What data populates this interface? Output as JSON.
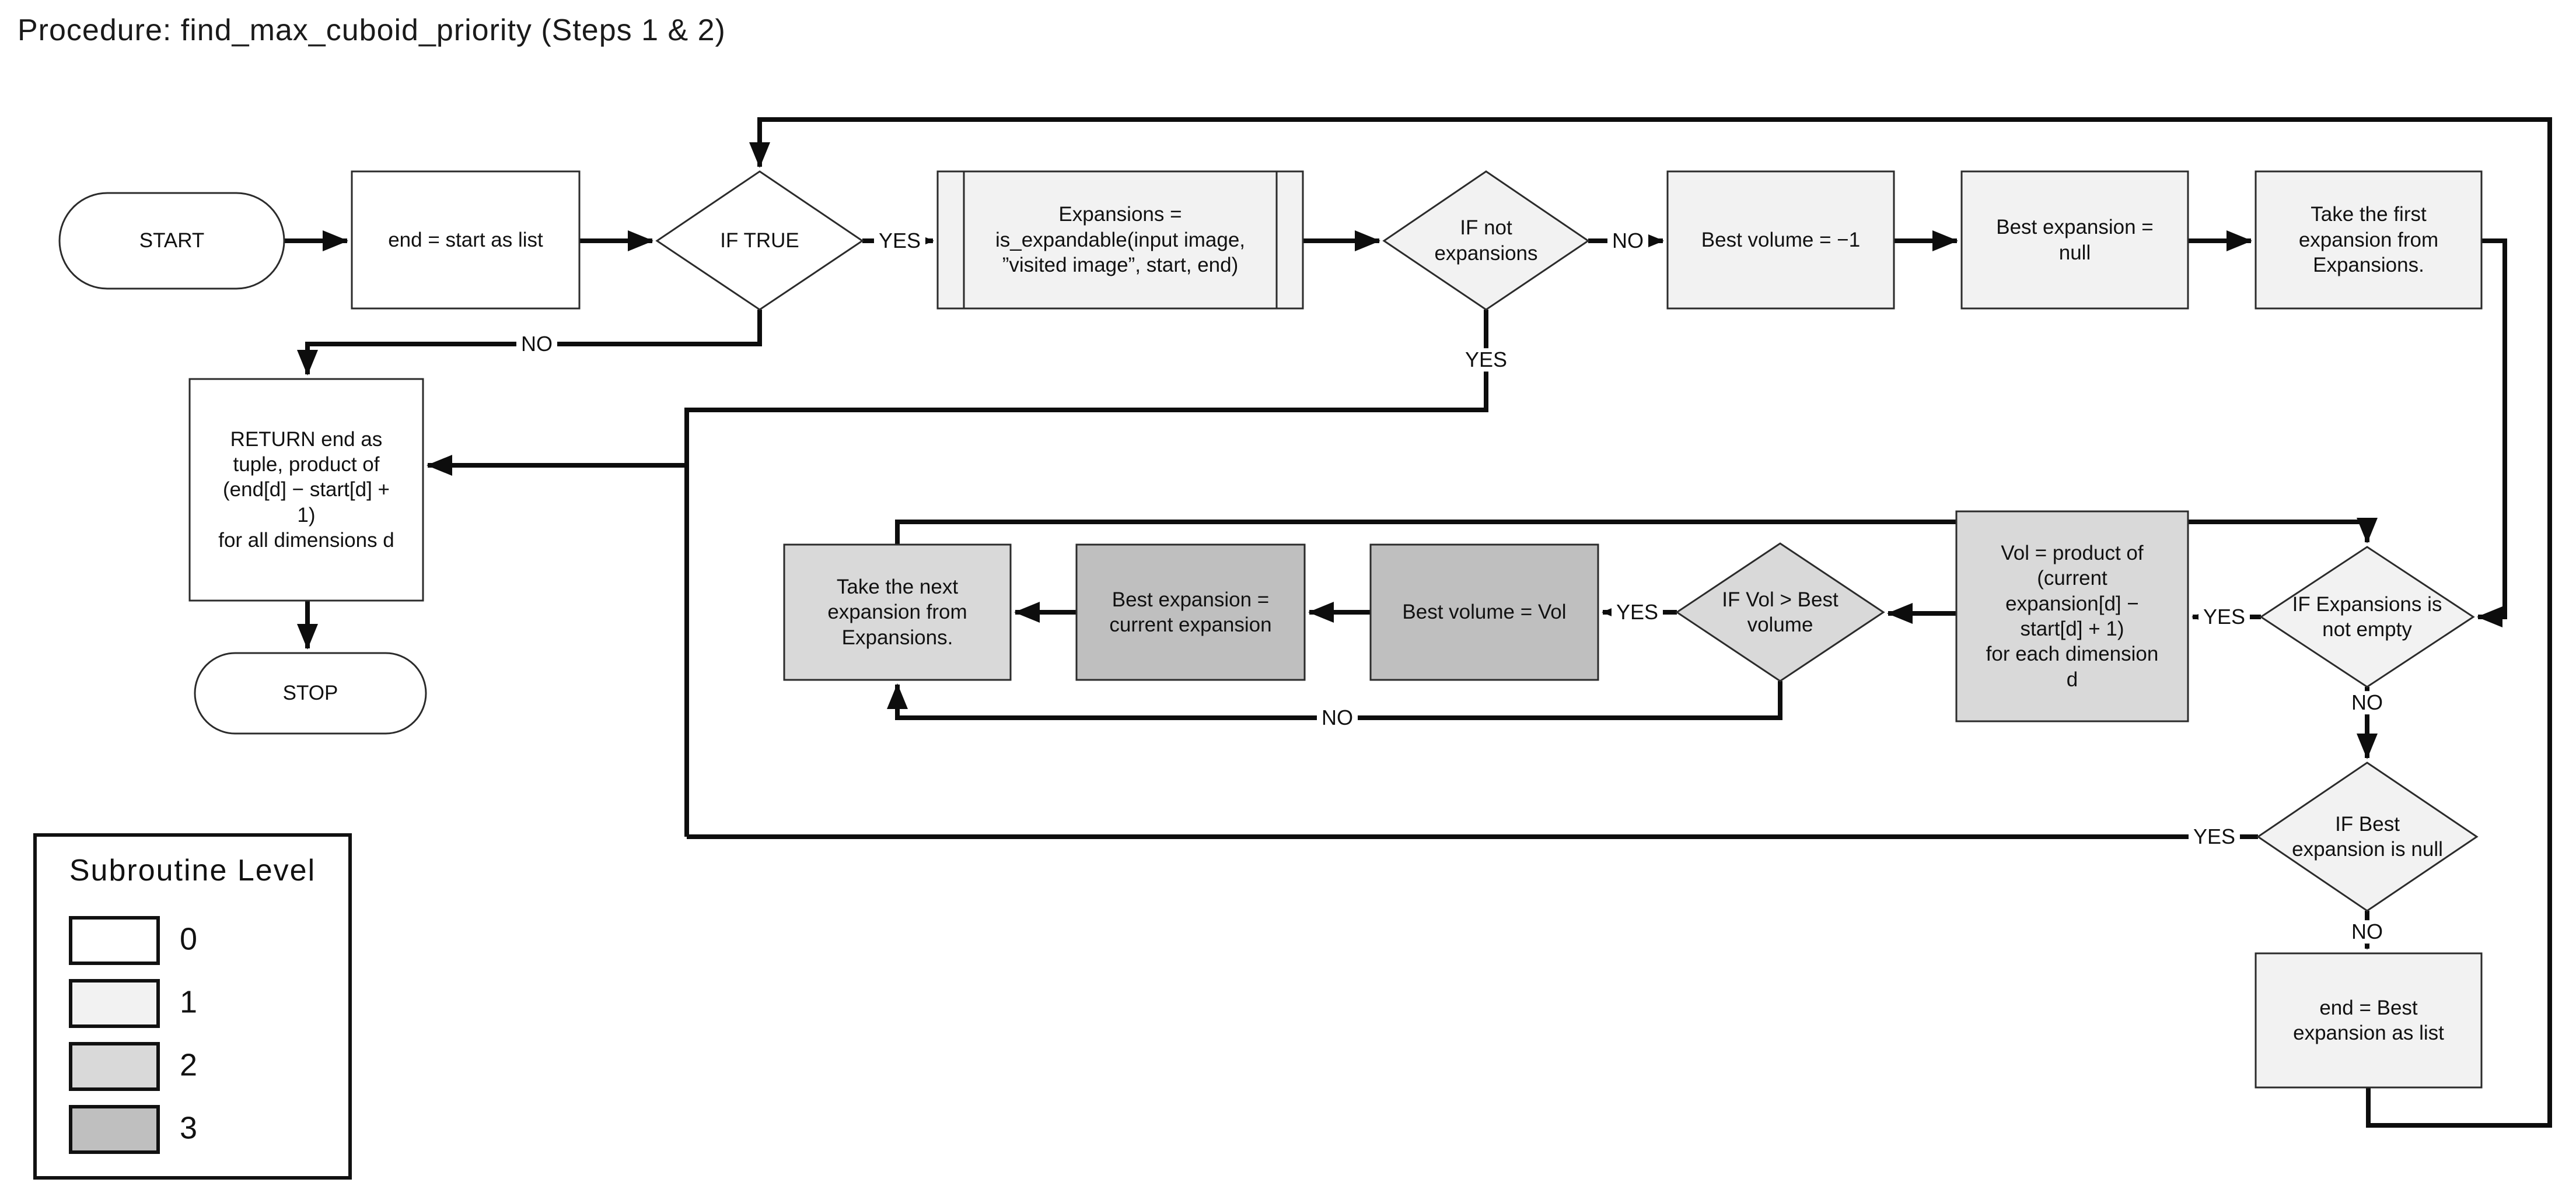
{
  "title": "Procedure: find_max_cuboid_priority (Steps 1 & 2)",
  "labels": {
    "yes": "YES",
    "no": "NO"
  },
  "legend": {
    "title": "Subroutine Level",
    "items": [
      {
        "level": "0",
        "color": "#ffffff"
      },
      {
        "level": "1",
        "color": "#f2f2f2"
      },
      {
        "level": "2",
        "color": "#d9d9d9"
      },
      {
        "level": "3",
        "color": "#bfbfbf"
      }
    ]
  },
  "nodes": {
    "start": {
      "shape": "terminator",
      "level": 0,
      "text": "START"
    },
    "end_start": {
      "shape": "process",
      "level": 0,
      "text": "end = start as list"
    },
    "if_true": {
      "shape": "decision",
      "level": 0,
      "text": "IF TRUE"
    },
    "expansions": {
      "shape": "predefined",
      "level": 1,
      "text": "Expansions =\nis_expandable(input image,\n”visited image”, start, end)"
    },
    "if_not_expansions": {
      "shape": "decision",
      "level": 1,
      "text": "IF not\nexpansions"
    },
    "best_volume_neg1": {
      "shape": "process",
      "level": 1,
      "text": "Best volume = −1"
    },
    "best_expansion_null": {
      "shape": "process",
      "level": 1,
      "text": "Best expansion =\nnull"
    },
    "take_first": {
      "shape": "process",
      "level": 1,
      "text": "Take the first\nexpansion from\nExpansions."
    },
    "return": {
      "shape": "process",
      "level": 0,
      "text": "RETURN end as\ntuple, product of\n(end[d] − start[d] +\n1)\nfor all dimensions d"
    },
    "stop": {
      "shape": "terminator",
      "level": 0,
      "text": "STOP"
    },
    "take_next": {
      "shape": "process",
      "level": 2,
      "text": "Take the next\nexpansion from\nExpansions."
    },
    "best_expansion_cur": {
      "shape": "process",
      "level": 3,
      "text": "Best expansion =\ncurrent expansion"
    },
    "best_volume_vol": {
      "shape": "process",
      "level": 3,
      "text": "Best volume = Vol"
    },
    "if_vol_gt_best": {
      "shape": "decision",
      "level": 2,
      "text": "IF Vol > Best\nvolume"
    },
    "vol_product": {
      "shape": "process",
      "level": 2,
      "text": "Vol = product of\n(current\nexpansion[d] −\nstart[d] + 1)\nfor each dimension\nd"
    },
    "if_exp_not_empty": {
      "shape": "decision",
      "level": 1,
      "text": "IF Expansions is\nnot empty"
    },
    "if_best_null": {
      "shape": "decision",
      "level": 1,
      "text": "IF Best\nexpansion is null"
    },
    "end_best": {
      "shape": "process",
      "level": 1,
      "text": "end = Best\nexpansion as list"
    }
  },
  "edges": [
    {
      "from": "start",
      "to": "end_start",
      "label": ""
    },
    {
      "from": "end_start",
      "to": "if_true",
      "label": ""
    },
    {
      "from": "if_true",
      "to": "expansions",
      "label": "YES"
    },
    {
      "from": "expansions",
      "to": "if_not_expansions",
      "label": ""
    },
    {
      "from": "if_not_expansions",
      "to": "best_volume_neg1",
      "label": "NO"
    },
    {
      "from": "best_volume_neg1",
      "to": "best_expansion_null",
      "label": ""
    },
    {
      "from": "best_expansion_null",
      "to": "take_first",
      "label": ""
    },
    {
      "from": "take_first",
      "to": "if_exp_not_empty",
      "label": ""
    },
    {
      "from": "if_exp_not_empty",
      "to": "vol_product",
      "label": "YES"
    },
    {
      "from": "vol_product",
      "to": "if_vol_gt_best",
      "label": ""
    },
    {
      "from": "if_vol_gt_best",
      "to": "best_volume_vol",
      "label": "YES"
    },
    {
      "from": "best_volume_vol",
      "to": "best_expansion_cur",
      "label": ""
    },
    {
      "from": "best_expansion_cur",
      "to": "take_next",
      "label": ""
    },
    {
      "from": "take_next",
      "to": "if_exp_not_empty",
      "label": ""
    },
    {
      "from": "if_vol_gt_best",
      "to": "take_next",
      "label": "NO"
    },
    {
      "from": "if_exp_not_empty",
      "to": "if_best_null",
      "label": "NO"
    },
    {
      "from": "if_best_null",
      "to": "end_best",
      "label": "NO"
    },
    {
      "from": "if_best_null",
      "to": "return",
      "label": "YES"
    },
    {
      "from": "if_not_expansions",
      "to": "return",
      "label": "YES"
    },
    {
      "from": "if_true",
      "to": "return",
      "label": "NO"
    },
    {
      "from": "end_best",
      "to": "if_true",
      "label": ""
    },
    {
      "from": "return",
      "to": "stop",
      "label": ""
    }
  ]
}
